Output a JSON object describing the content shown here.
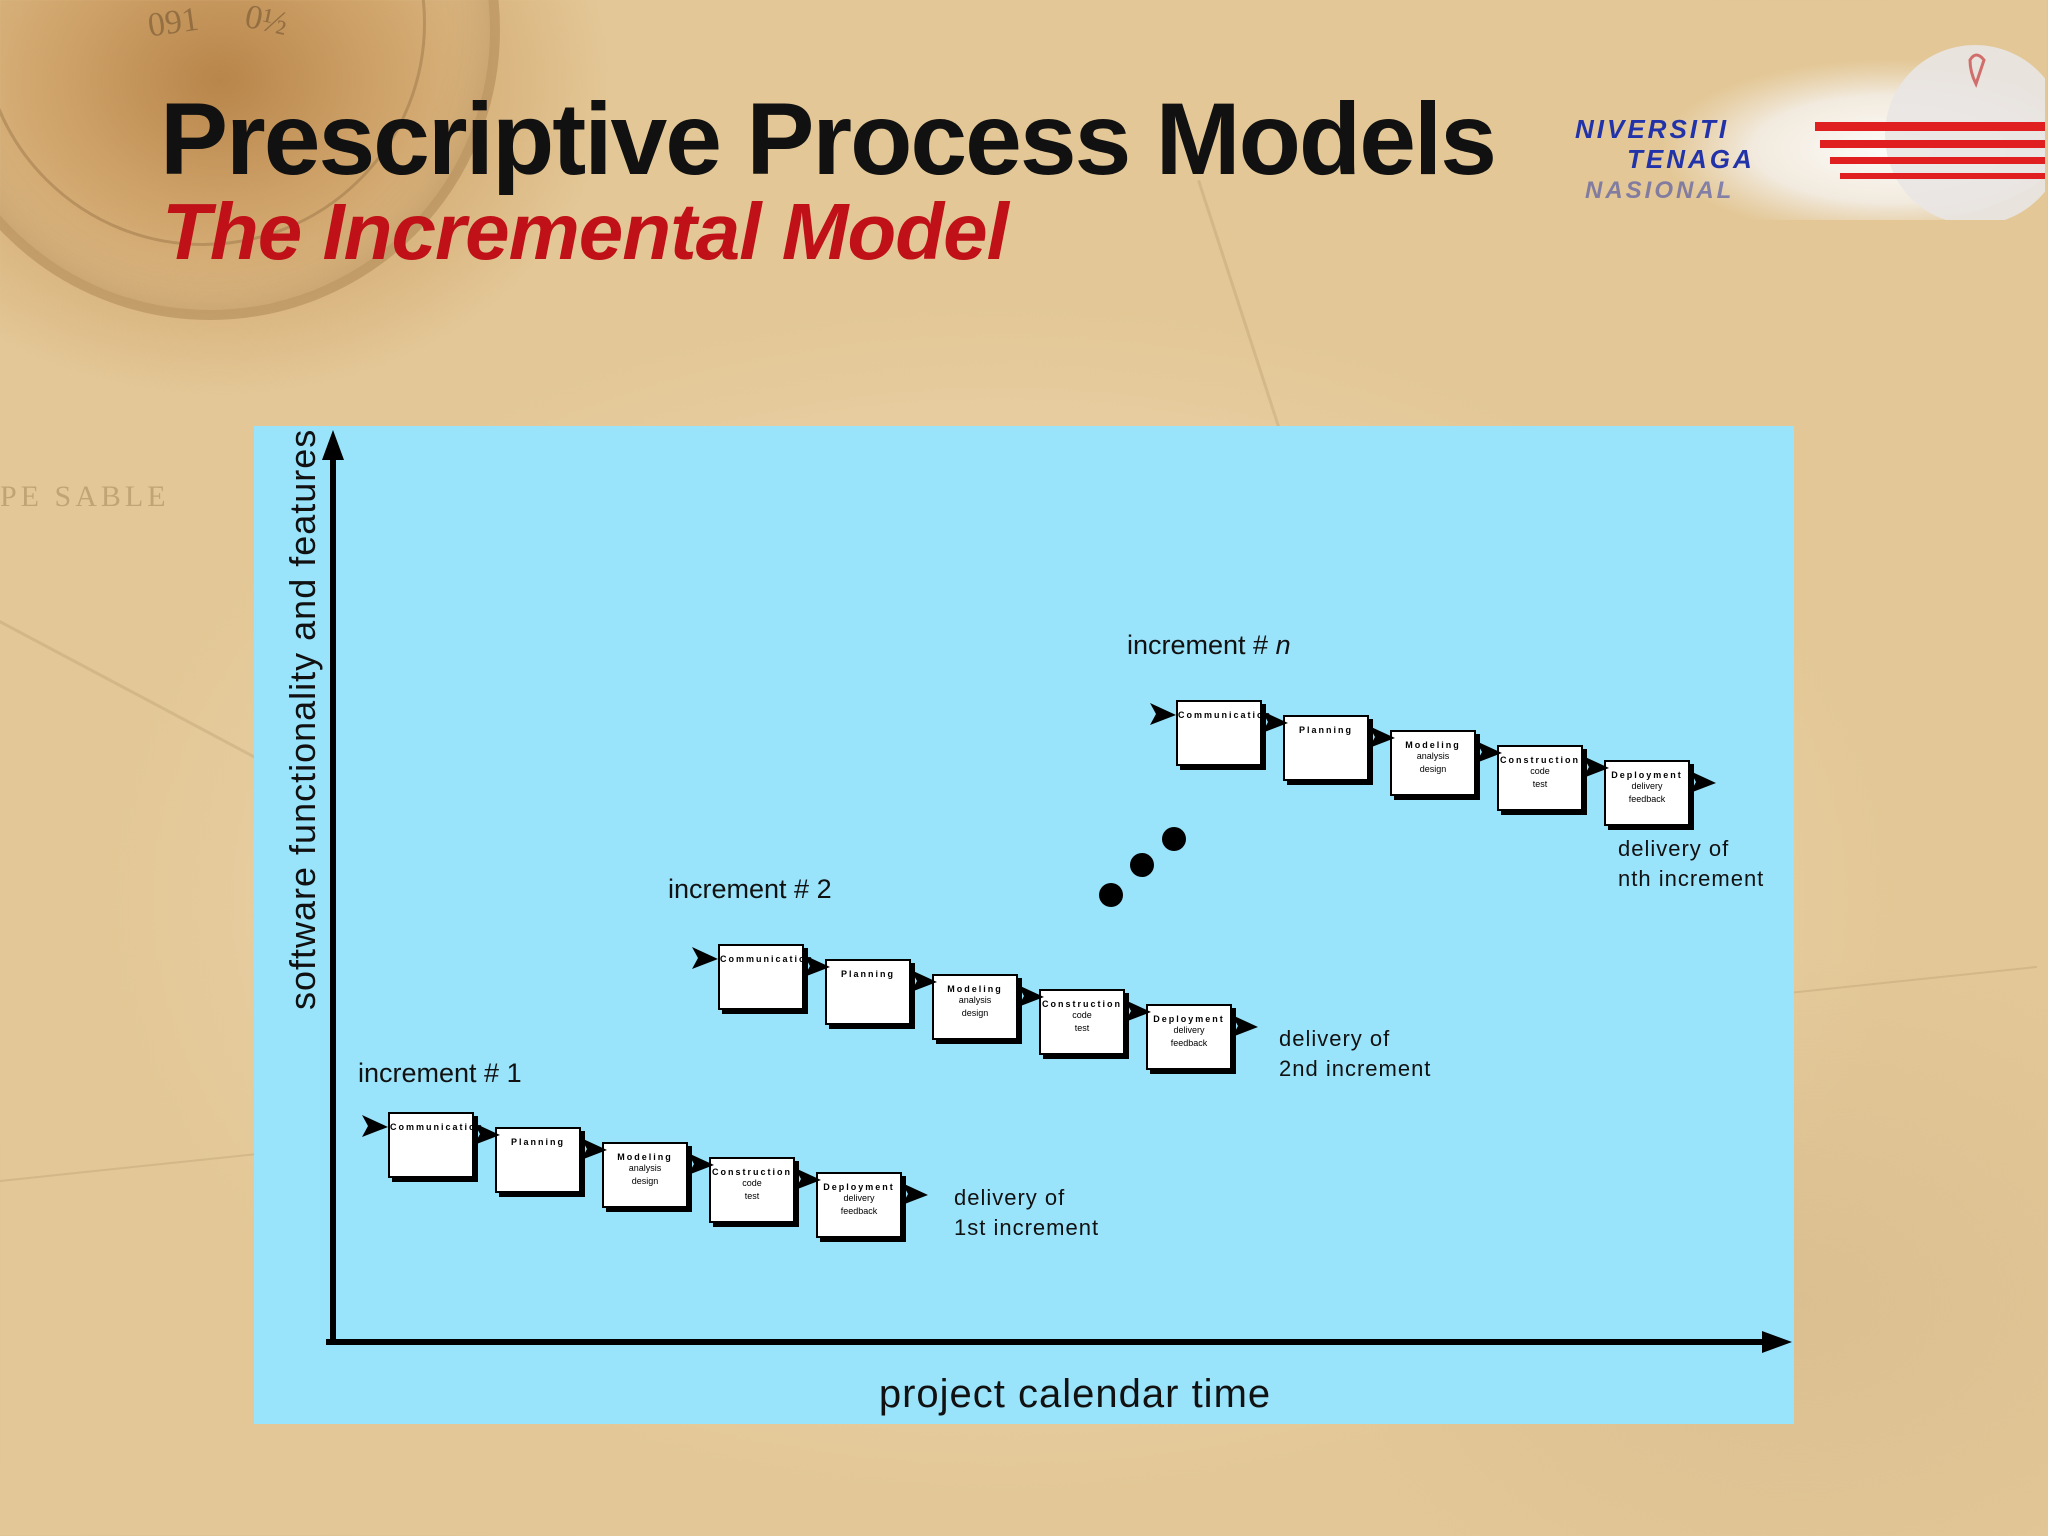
{
  "slide": {
    "title": "Prescriptive Process Models",
    "subtitle": "The Incremental Model"
  },
  "logo": {
    "line1": "NIVERSITI",
    "line2": "TENAGA",
    "line3": "NASIONAL",
    "colors": {
      "text": "#2233aa",
      "stripe": "#e02020"
    }
  },
  "background_text": {
    "compass_a": "091",
    "compass_b": "0½",
    "map": "PE SABLE"
  },
  "diagram": {
    "y_axis_label": "software functionality and features",
    "x_axis_label": "project calendar time",
    "panel_color": "#99e3fb",
    "increments": [
      {
        "label_prefix": "increment # ",
        "label_suffix": "1",
        "delivery_line1": "delivery of",
        "delivery_line2": "1st increment",
        "activities": [
          {
            "title": "Communication",
            "sub": []
          },
          {
            "title": "Planning",
            "sub": []
          },
          {
            "title": "Modeling",
            "sub": [
              "analysis",
              "design"
            ]
          },
          {
            "title": "Construction",
            "sub": [
              "code",
              "test"
            ]
          },
          {
            "title": "Deployment",
            "sub": [
              "delivery",
              "feedback"
            ]
          }
        ]
      },
      {
        "label_prefix": "increment # ",
        "label_suffix": "2",
        "delivery_line1": "delivery of",
        "delivery_line2": "2nd increment",
        "activities": [
          {
            "title": "Communication",
            "sub": []
          },
          {
            "title": "Planning",
            "sub": []
          },
          {
            "title": "Modeling",
            "sub": [
              "analysis",
              "design"
            ]
          },
          {
            "title": "Construction",
            "sub": [
              "code",
              "test"
            ]
          },
          {
            "title": "Deployment",
            "sub": [
              "delivery",
              "feedback"
            ]
          }
        ]
      },
      {
        "label_prefix": "increment # ",
        "label_suffix": "n",
        "delivery_line1": "delivery of",
        "delivery_line2": "nth increment",
        "activities": [
          {
            "title": "Communication",
            "sub": []
          },
          {
            "title": "Planning",
            "sub": []
          },
          {
            "title": "Modeling",
            "sub": [
              "analysis",
              "design"
            ]
          },
          {
            "title": "Construction",
            "sub": [
              "code",
              "test"
            ]
          },
          {
            "title": "Deployment",
            "sub": [
              "delivery",
              "feedback"
            ]
          }
        ]
      }
    ]
  }
}
